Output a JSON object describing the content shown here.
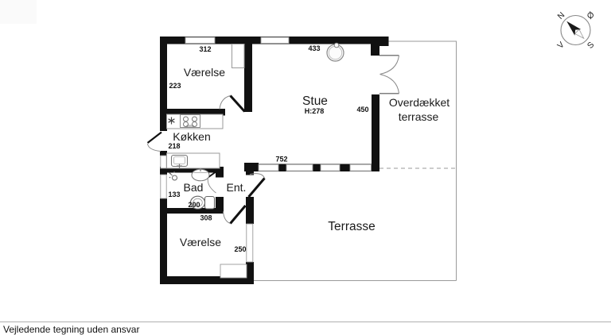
{
  "plan": {
    "rooms": {
      "bedroom_top": {
        "label": "Værelse",
        "dim_width": "312",
        "dim_depth": "223"
      },
      "living_room": {
        "label": "Stue",
        "ceiling_height": "H:278",
        "dim_top": "433",
        "dim_right": "450",
        "dim_bottom": "752"
      },
      "kitchen": {
        "label": "Køkken",
        "dim": "218"
      },
      "bathroom": {
        "label": "Bad",
        "dim_left": "133",
        "dim_width": "200"
      },
      "entrance": {
        "label": "Ent."
      },
      "bedroom_bottom": {
        "label": "Værelse",
        "dim_top": "308",
        "dim_right": "250"
      },
      "covered_terrace": {
        "label_line1": "Overdækket",
        "label_line2": "terrasse"
      },
      "terrace": {
        "label": "Terrasse"
      }
    },
    "icons": [
      "stove-icon",
      "cooktop-icon",
      "extractor-star-icon",
      "sink-icon",
      "shower-icon",
      "washbasin-icon",
      "toilet-icon",
      "wardrobe-icon",
      "compass-rose"
    ]
  },
  "compass": {
    "north": "N",
    "east": "Ø",
    "south": "S",
    "west": "V"
  },
  "footer": {
    "disclaimer": "Vejledende tegning uden ansvar"
  },
  "colors": {
    "wall": "#111111",
    "outline": "#999999",
    "terrace_line": "#9a9a9a",
    "text": "#1a1a1a"
  }
}
